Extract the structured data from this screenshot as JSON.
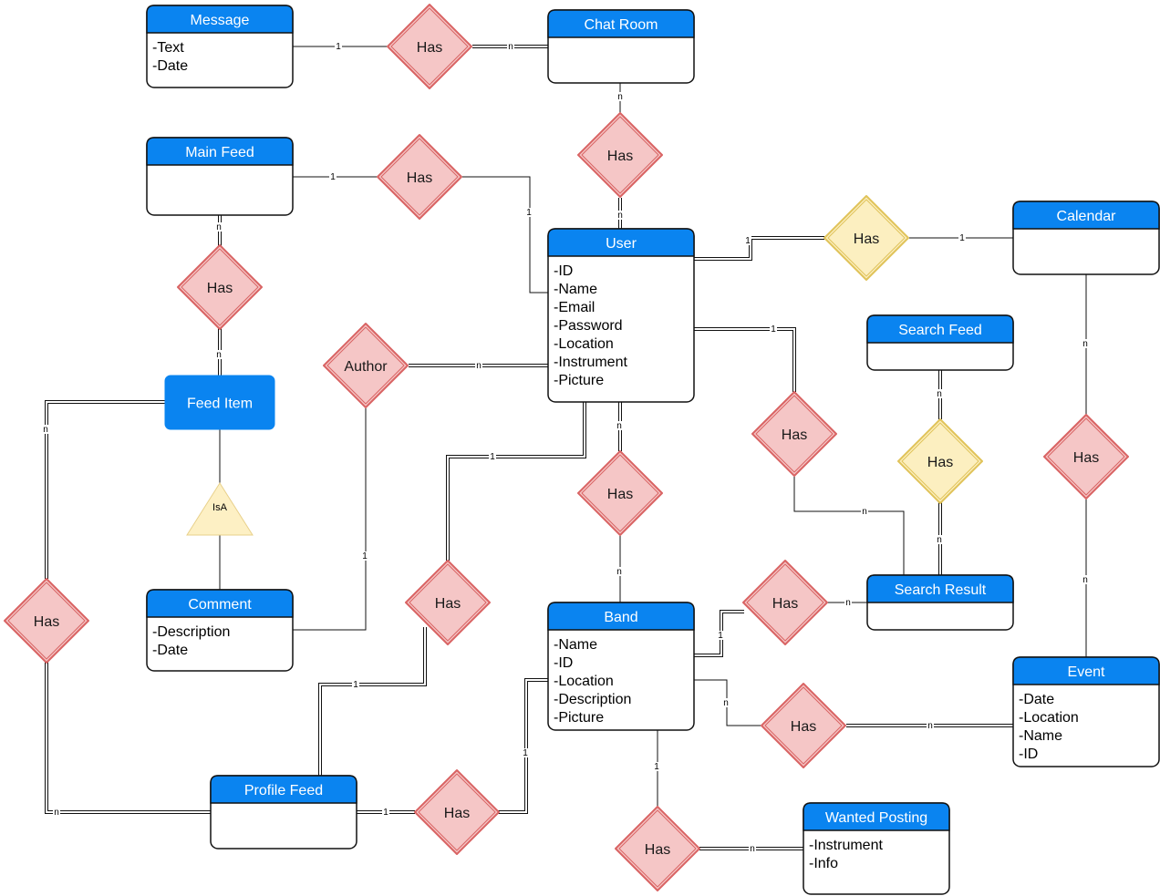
{
  "colors": {
    "entity_header": "#0a84f0",
    "entity_border": "#111111",
    "relationship_fill": "#f5c6c6",
    "relationship_stroke": "#d96464",
    "relationship_alt_fill": "#fcefc0",
    "relationship_alt_stroke": "#e0c35a",
    "isa_fill": "#fdf0c4",
    "isa_stroke": "#e8d08a"
  },
  "entities": [
    {
      "id": "message",
      "title": "Message",
      "attrs": [
        "-Text",
        "-Date"
      ]
    },
    {
      "id": "chatroom",
      "title": "Chat Room",
      "attrs": []
    },
    {
      "id": "mainfeed",
      "title": "Main Feed",
      "attrs": []
    },
    {
      "id": "user",
      "title": "User",
      "attrs": [
        "-ID",
        "-Name",
        "-Email",
        "-Password",
        "-Location",
        "-Instrument",
        "-Picture"
      ]
    },
    {
      "id": "calendar",
      "title": "Calendar",
      "attrs": []
    },
    {
      "id": "searchfeed",
      "title": "Search Feed",
      "attrs": []
    },
    {
      "id": "feeditem",
      "title": "Feed Item",
      "attrs": []
    },
    {
      "id": "comment",
      "title": "Comment",
      "attrs": [
        "-Description",
        "-Date"
      ]
    },
    {
      "id": "band",
      "title": "Band",
      "attrs": [
        "-Name",
        "-ID",
        "-Location",
        "-Description",
        "-Picture"
      ]
    },
    {
      "id": "searchresult",
      "title": "Search Result",
      "attrs": []
    },
    {
      "id": "event",
      "title": "Event",
      "attrs": [
        "-Date",
        "-Location",
        "-Name",
        "-ID"
      ]
    },
    {
      "id": "profilefeed",
      "title": "Profile Feed",
      "attrs": []
    },
    {
      "id": "wanted",
      "title": "Wanted Posting",
      "attrs": [
        "-Instrument",
        "-Info"
      ]
    }
  ],
  "relationships": [
    {
      "id": "r_msg_chat",
      "label": "Has",
      "style": "red"
    },
    {
      "id": "r_chat_user",
      "label": "Has",
      "style": "red"
    },
    {
      "id": "r_main_user",
      "label": "Has",
      "style": "red"
    },
    {
      "id": "r_user_cal",
      "label": "Has",
      "style": "yellow"
    },
    {
      "id": "r_main_feed",
      "label": "Has",
      "style": "red"
    },
    {
      "id": "r_author",
      "label": "Author",
      "style": "red"
    },
    {
      "id": "r_user_sr",
      "label": "Has",
      "style": "red"
    },
    {
      "id": "r_sf_sr",
      "label": "Has",
      "style": "yellow"
    },
    {
      "id": "r_cal_event",
      "label": "Has",
      "style": "red"
    },
    {
      "id": "r_user_band",
      "label": "Has",
      "style": "red"
    },
    {
      "id": "r_feed_pf",
      "label": "Has",
      "style": "red"
    },
    {
      "id": "r_user_pf",
      "label": "Has",
      "style": "red"
    },
    {
      "id": "r_band_sr",
      "label": "Has",
      "style": "red"
    },
    {
      "id": "r_band_event",
      "label": "Has",
      "style": "red"
    },
    {
      "id": "r_pf_band",
      "label": "Has",
      "style": "red"
    },
    {
      "id": "r_band_wanted",
      "label": "Has",
      "style": "red"
    }
  ],
  "isa": {
    "label": "IsA"
  },
  "cardinalities": {
    "msg_1": "1",
    "chat_n": "n",
    "chat_down_n": "n",
    "user_up_n": "n",
    "main_1": "1",
    "user_left_1": "1",
    "user_cal_1": "1",
    "cal_1": "1",
    "main_down_n": "n",
    "feeditem_up_n": "n",
    "author_n": "n",
    "comment_1": "1",
    "user_sr_1": "1",
    "sr_n": "n",
    "sf_n": "n",
    "sr_up_n": "n",
    "cal_n": "n",
    "event_n": "n",
    "user_band_n": "n",
    "band_up_n": "n",
    "feeditem_left_n": "n",
    "pf_left_n": "n",
    "user_pf_1": "1",
    "pf_up_1": "1",
    "band_sr_1": "1",
    "sr_left_n": "n",
    "band_event_n": "n",
    "event_left_n": "n",
    "pf_right_1": "1",
    "band_left_1": "1",
    "band_down_1": "1",
    "wanted_n": "n"
  }
}
